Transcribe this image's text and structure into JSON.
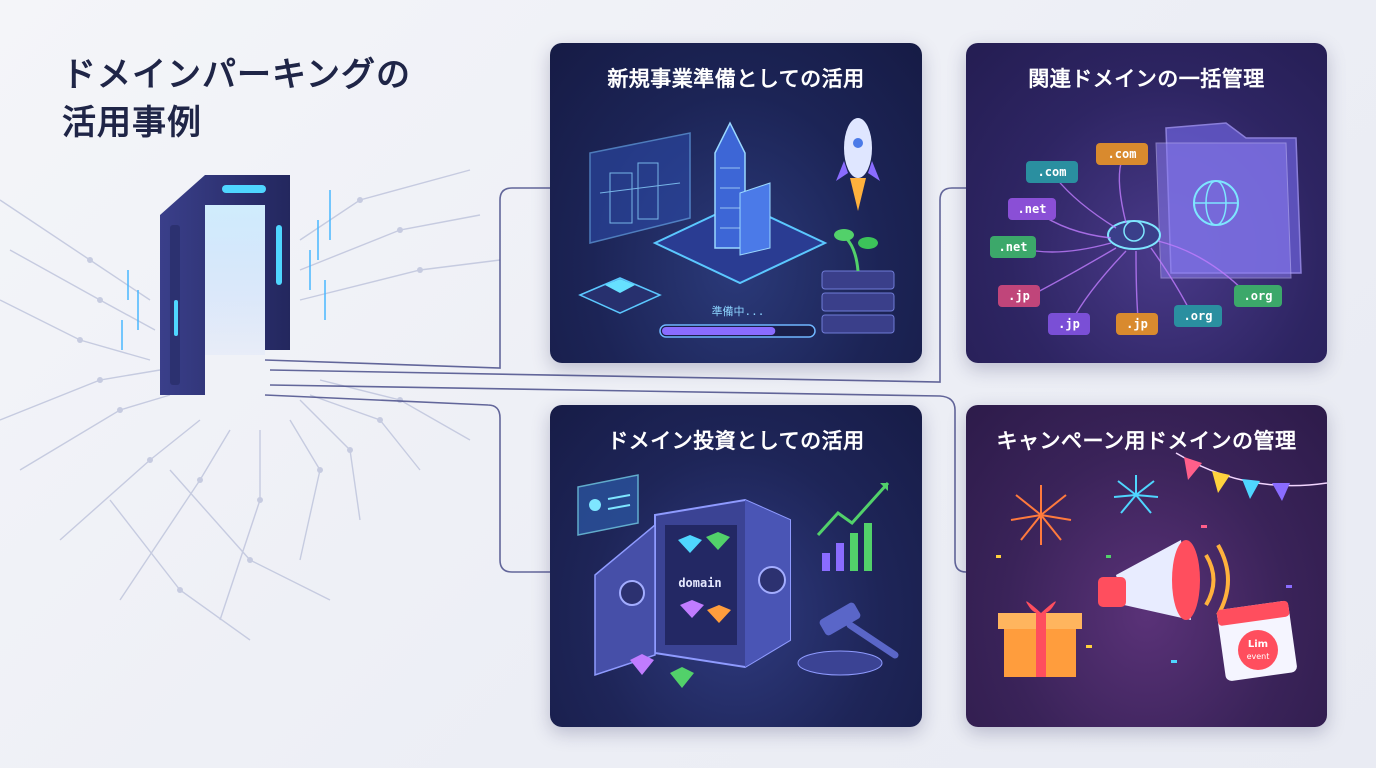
{
  "title": {
    "line1": "ドメインパーキングの",
    "line2": "活用事例"
  },
  "cards": {
    "new_business": {
      "title": "新規事業準備としての活用",
      "progress_text": "準備中...",
      "progress": 0.75
    },
    "related_domains": {
      "title": "関連ドメインの一括管理",
      "tlds": [
        ".com",
        ".com",
        ".net",
        ".net",
        ".jp",
        ".jp",
        ".jp",
        ".org",
        ".org"
      ]
    },
    "investment": {
      "title": "ドメイン投資としての活用",
      "safe_label": "domain"
    },
    "campaign": {
      "title": "キャンペーン用ドメインの管理",
      "calendar_text1": "Lim",
      "calendar_text2": "event"
    }
  },
  "colors": {
    "title": "#1f2547",
    "connector": "#4a4e8a",
    "accent_cyan": "#4fd6ff",
    "accent_purple": "#8a6cff"
  }
}
